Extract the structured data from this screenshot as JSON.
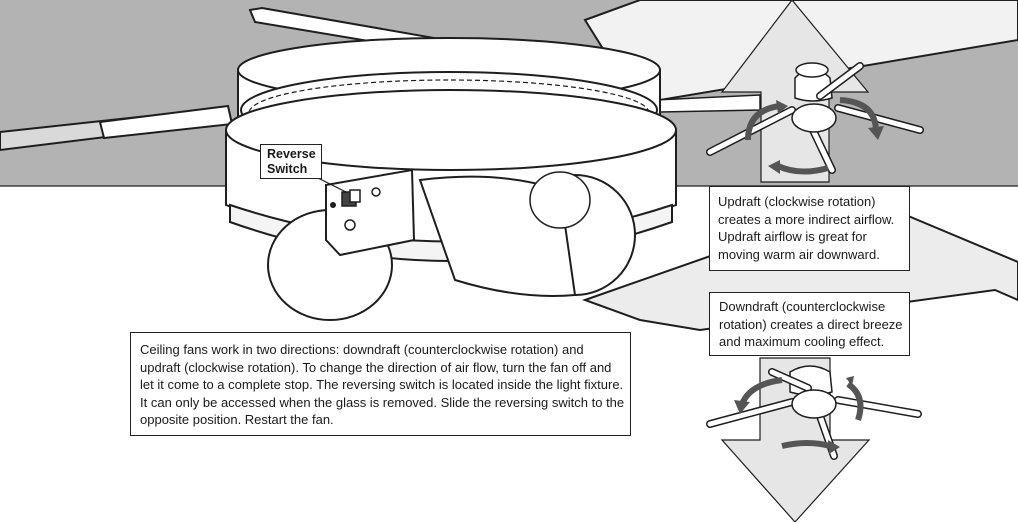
{
  "reverse_switch_label": [
    "Reverse",
    "Switch"
  ],
  "instructions": [
    "Ceiling fans work in two directions: downdraft (counterclockwise rotation) and",
    "updraft (clockwise rotation). To change the direction of air flow, turn the fan off and",
    "let it come to a complete stop. The reversing switch is located inside the light fixture.",
    "It can only be accessed when the glass is removed. Slide the reversing switch to the",
    "opposite position. Restart the fan."
  ],
  "updraft_note": [
    "Updraft (clockwise rotation)",
    "creates a more indirect airflow.",
    "Updraft airflow is great for",
    "moving warm air downward."
  ],
  "downdraft_note": [
    "Downdraft (counterclockwise",
    "rotation) creates a direct breeze",
    "and maximum cooling effect."
  ],
  "colors": {
    "ceiling": "#b3b3b3",
    "line": "#1e1e1e",
    "arrow_fill": "#e6e6e6",
    "paper": "#ffffff"
  }
}
